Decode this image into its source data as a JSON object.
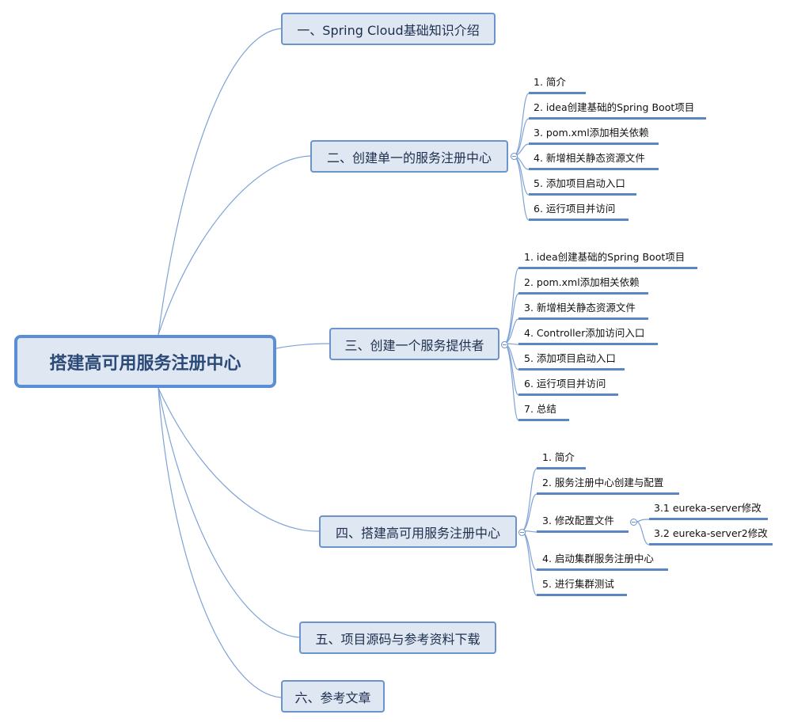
{
  "root": {
    "label": "搭建高可用服务注册中心"
  },
  "branches": [
    {
      "label": "一、Spring Cloud基础知识介绍",
      "children": []
    },
    {
      "label": "二、创建单一的服务注册中心",
      "children": [
        "1. 简介",
        "2. idea创建基础的Spring Boot项目",
        "3. pom.xml添加相关依赖",
        "4. 新增相关静态资源文件",
        "5. 添加项目启动入口",
        "6. 运行项目并访问"
      ]
    },
    {
      "label": "三、创建一个服务提供者",
      "children": [
        "1. idea创建基础的Spring Boot项目",
        "2. pom.xml添加相关依赖",
        "3. 新增相关静态资源文件",
        "4. Controller添加访问入口",
        "5. 添加项目启动入口",
        "6. 运行项目并访问",
        "7. 总结"
      ]
    },
    {
      "label": "四、搭建高可用服务注册中心",
      "children": [
        "1. 简介",
        "2. 服务注册中心创建与配置",
        "3. 修改配置文件",
        "4. 启动集群服务注册中心",
        "5. 进行集群测试"
      ],
      "subchildren": [
        "3.1 eureka-server修改",
        "3.2 eureka-server2修改"
      ]
    },
    {
      "label": "五、项目源码与参考资料下载",
      "children": []
    },
    {
      "label": "六、参考文章",
      "children": []
    }
  ]
}
